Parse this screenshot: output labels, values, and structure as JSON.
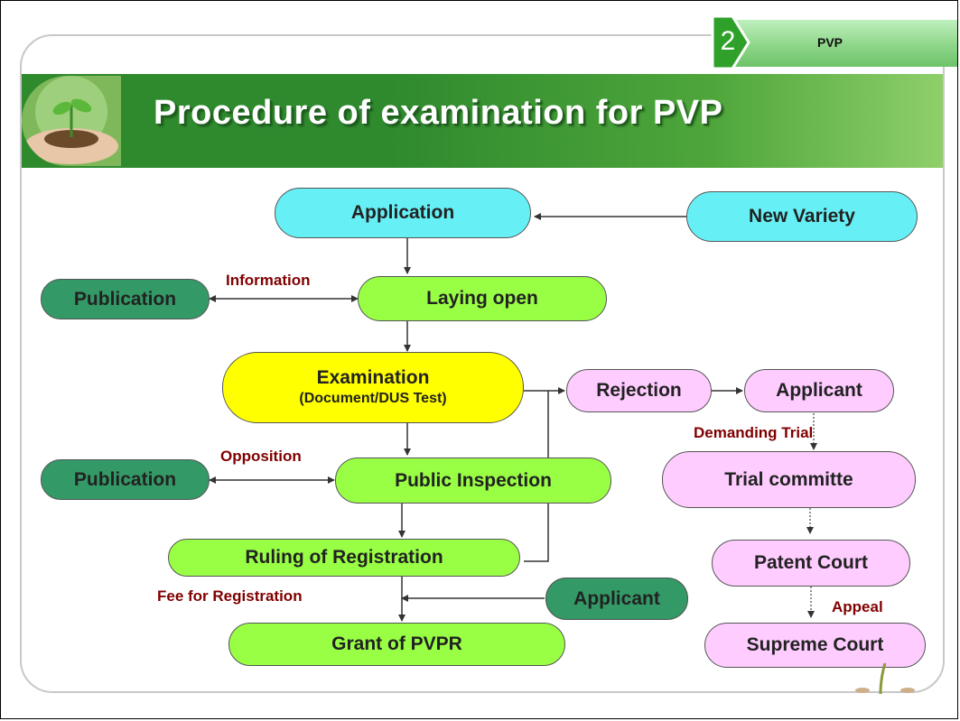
{
  "slide": {
    "badge_number": "2",
    "badge_label": "PVP",
    "title": "Procedure of examination for PVP"
  },
  "nodes": {
    "application": "Application",
    "new_variety": "New Variety",
    "publication_1": "Publication",
    "laying_open": "Laying open",
    "examination": "Examination",
    "examination_sub": "(Document/DUS Test)",
    "rejection": "Rejection",
    "applicant_right": "Applicant",
    "publication_2": "Publication",
    "public_inspection": "Public Inspection",
    "trial_committee": "Trial committe",
    "ruling": "Ruling of Registration",
    "applicant_bottom": "Applicant",
    "patent_court": "Patent Court",
    "grant": "Grant of PVPR",
    "supreme_court": "Supreme Court"
  },
  "labels": {
    "information": "Information",
    "opposition": "Opposition",
    "demanding_trial": "Demanding Trial",
    "fee_for_registration": "Fee for Registration",
    "appeal": "Appeal"
  },
  "colors": {
    "cyan": "#66f0f5",
    "lime": "#99ff44",
    "dark_green": "#339966",
    "yellow": "#ffff00",
    "pink": "#ffccff",
    "label_red": "#800000",
    "title_green": "#2f8a2e"
  }
}
